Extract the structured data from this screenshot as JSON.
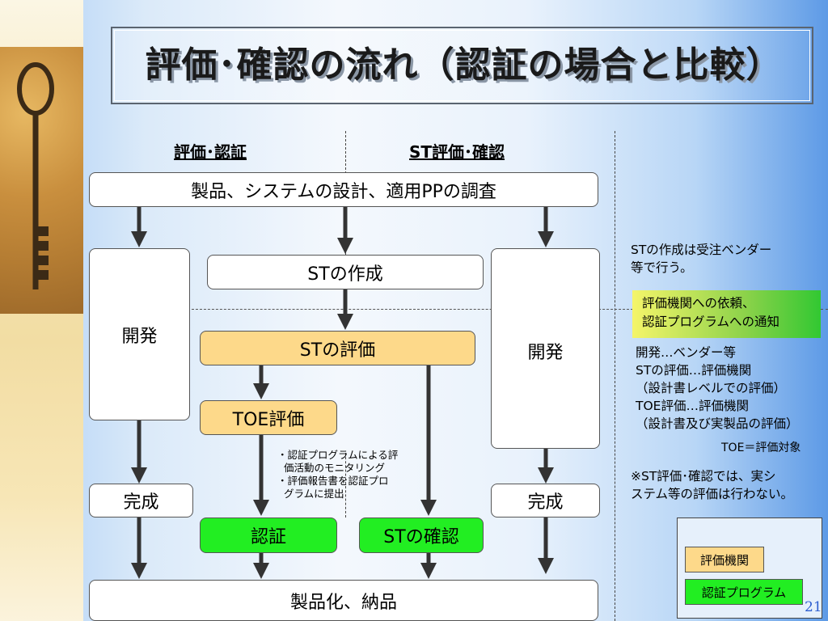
{
  "title": "評価･確認の流れ（認証の場合と比較）",
  "columns": {
    "left_header": "評価･認証",
    "right_header": "ST評価･確認"
  },
  "flow": {
    "top_box": "製品、システムの設計、適用PPの調査",
    "dev_left": "開発",
    "dev_right": "開発",
    "st_create": "STの作成",
    "st_eval": "STの評価",
    "toe_eval": "TOE評価",
    "complete_left": "完成",
    "complete_right": "完成",
    "certification": "認証",
    "st_confirm": "STの確認",
    "bottom_box": "製品化、納品"
  },
  "monitor_note": "・認証プログラムによる評\n  価活動のモニタリング\n・評価報告書を認証プロ\n  グラムに提出",
  "side_notes": {
    "st_author": "STの作成は受注ベンダー\n等で行う。",
    "green_note": "評価機関への依頼、\n認証プログラムへの通知",
    "roles": "開発…ベンダー等\nSTの評価…評価機関\n（設計書レベルでの評価）\nTOE評価…評価機関\n（設計書及び実製品の評価）",
    "toe_def": "TOE＝評価対象",
    "remark": "※ST評価･確認では、実シ\nステム等の評価は行わない。"
  },
  "legend": {
    "eval_org": "評価機関",
    "cert_program": "認証プログラム"
  },
  "colors": {
    "eval_org": "#fdd98a",
    "cert_program": "#22ee22"
  },
  "page_number": "21"
}
